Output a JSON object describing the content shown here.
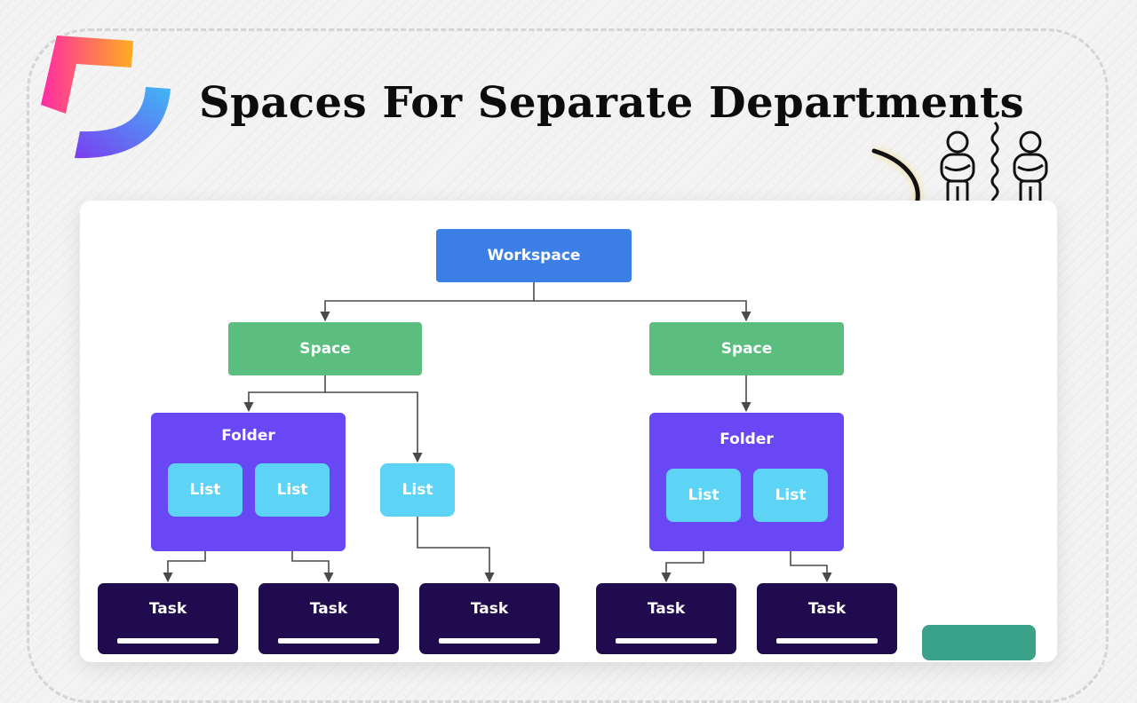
{
  "title": "Spaces For Separate Departments",
  "colors": {
    "workspace": "#3b7fe6",
    "space": "#5bbd7e",
    "folder": "#6a47f5",
    "list": "#5dd3f6",
    "task": "#1f0b4d",
    "connector": "#4a4a4a"
  },
  "icons": [
    "brand-logo-icon",
    "person-icon",
    "curved-arrow-icon",
    "wavy-divider-icon"
  ],
  "diagram": {
    "workspace": {
      "label": "Workspace"
    },
    "spaces": [
      {
        "label": "Space",
        "folder": {
          "label": "Folder",
          "lists": [
            "List",
            "List"
          ]
        },
        "standalone_list": "List",
        "tasks": [
          "Task",
          "Task",
          "Task"
        ]
      },
      {
        "label": "Space",
        "folder": {
          "label": "Folder",
          "lists": [
            "List",
            "List"
          ]
        },
        "tasks": [
          "Task",
          "Task"
        ]
      }
    ]
  }
}
